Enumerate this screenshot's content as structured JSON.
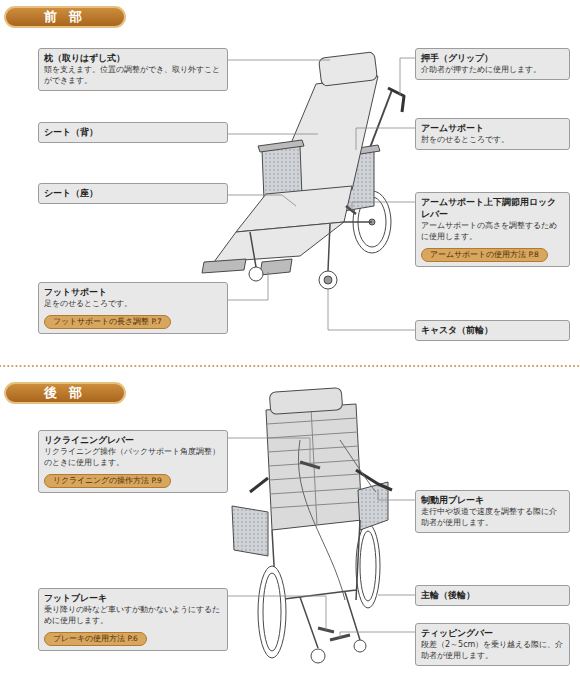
{
  "diagram": {
    "nodes": [
      {
        "text": [
          "前 部"
        ]
      },
      {
        "text": [
          "枕（取りはずし式）",
          "頭を支えます。位置の調整ができ、取り外すことができます。"
        ]
      },
      {
        "text": [
          "押手（グリップ）",
          "介助者が押すために使用します。"
        ]
      },
      {
        "text": [
          "シート（背）"
        ]
      },
      {
        "text": [
          "アームサポート",
          "肘をのせるところです。"
        ]
      },
      {
        "text": [
          "シート（座）"
        ]
      },
      {
        "text": [
          "アームサポート上下調節用ロックレバー",
          "アームサポートの高さを調整するために使用します。"
        ]
      },
      {
        "text": [
          "アームサポートの使用方法 P.8"
        ],
        "in": 6
      },
      {
        "text": [
          "フットサポート",
          "足をのせるところです。"
        ]
      },
      {
        "text": [
          "フットサポートの長さ調整 P.7"
        ],
        "in": 8
      },
      {
        "text": [
          "キャスタ（前輪）"
        ]
      },
      {
        "text": [
          "後 部"
        ]
      },
      {
        "text": [
          "リクライニングレバー",
          "リクライニング操作（バックサポート角度調整）のときに使用します。"
        ]
      },
      {
        "text": [
          "リクライニングの操作方法 P.9"
        ],
        "in": 12
      },
      {
        "text": [
          "制動用ブレーキ",
          "走行中や坂道で速度を調整する際に介助者が使用します。"
        ]
      },
      {
        "text": [
          "フットブレーキ",
          "乗り降りの時など車いすが動かないようにするために使用します。"
        ]
      },
      {
        "text": [
          "ブレーキの使用方法 P.6"
        ],
        "in": 15
      },
      {
        "text": [
          "主輪（後輪）"
        ]
      },
      {
        "text": [
          "ティッピングバー",
          "段差（2～5cm）を乗り越える際に、介助者が使用します。"
        ]
      }
    ]
  }
}
